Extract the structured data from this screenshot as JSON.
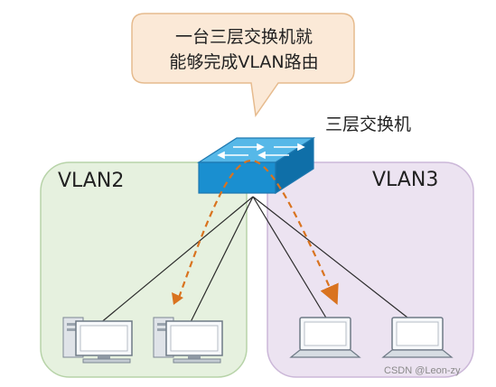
{
  "callout": {
    "line1": "一台三层交换机就",
    "line2": "能够完成VLAN路由"
  },
  "switch": {
    "label": "三层交换机"
  },
  "zones": [
    {
      "label": "VLAN2",
      "color": "#e6f1df",
      "border": "#b7d3a8"
    },
    {
      "label": "VLAN3",
      "color": "#ece3f1",
      "border": "#cbb7d8"
    }
  ],
  "devices": [
    {
      "type": "desktop-pc",
      "zone": "VLAN2"
    },
    {
      "type": "desktop-pc",
      "zone": "VLAN2"
    },
    {
      "type": "laptop",
      "zone": "VLAN3"
    },
    {
      "type": "laptop",
      "zone": "VLAN3"
    }
  ],
  "flow_arrow_color": "#d9731f",
  "watermark": "CSDN @Leon-zy"
}
